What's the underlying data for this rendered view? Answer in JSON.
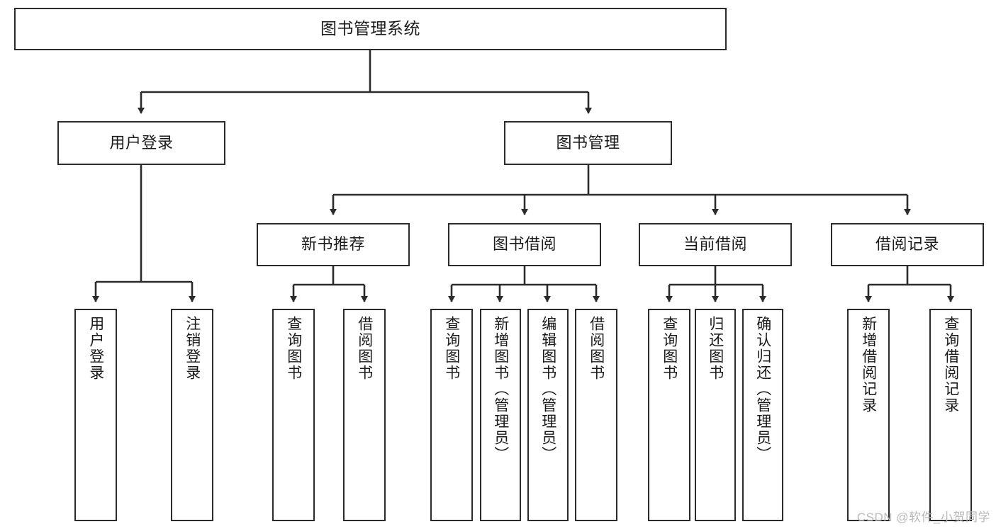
{
  "diagram": {
    "title_node": {
      "label": "图书管理系统"
    },
    "level1": [
      {
        "id": "user-login",
        "label": "用户登录"
      },
      {
        "id": "book-management",
        "label": "图书管理"
      }
    ],
    "level2": [
      {
        "id": "new-book-recommend",
        "label": "新书推荐"
      },
      {
        "id": "book-borrow",
        "label": "图书借阅"
      },
      {
        "id": "current-borrow",
        "label": "当前借阅"
      },
      {
        "id": "borrow-record",
        "label": "借阅记录"
      }
    ],
    "leaves": [
      {
        "id": "leaf-user-login",
        "label": "用户登录",
        "parent": "user-login"
      },
      {
        "id": "leaf-logout-login",
        "label": "注销登录",
        "parent": "user-login"
      },
      {
        "id": "leaf-query-book-1",
        "label": "查询图书",
        "parent": "new-book-recommend"
      },
      {
        "id": "leaf-borrow-book-1",
        "label": "借阅图书",
        "parent": "new-book-recommend"
      },
      {
        "id": "leaf-query-book-2",
        "label": "查询图书",
        "parent": "book-borrow"
      },
      {
        "id": "leaf-add-book",
        "label": "新增图书（管理员）",
        "parent": "book-borrow"
      },
      {
        "id": "leaf-edit-book",
        "label": "编辑图书（管理员）",
        "parent": "book-borrow"
      },
      {
        "id": "leaf-borrow-book-2",
        "label": "借阅图书",
        "parent": "book-borrow"
      },
      {
        "id": "leaf-query-book-3",
        "label": "查询图书",
        "parent": "current-borrow"
      },
      {
        "id": "leaf-return-book",
        "label": "归还图书",
        "parent": "current-borrow"
      },
      {
        "id": "leaf-confirm-return",
        "label": "确认归还（管理员）",
        "parent": "current-borrow"
      },
      {
        "id": "leaf-add-record",
        "label": "新增借阅记录",
        "parent": "borrow-record"
      },
      {
        "id": "leaf-query-record",
        "label": "查询借阅记录",
        "parent": "borrow-record"
      }
    ]
  },
  "watermark": {
    "text": "CSDN @软件_小贺同学"
  },
  "colors": {
    "stroke": "#2b2b2b",
    "fill": "#ffffff",
    "text": "#1a1a1a",
    "watermark": "#b9b9b9"
  }
}
